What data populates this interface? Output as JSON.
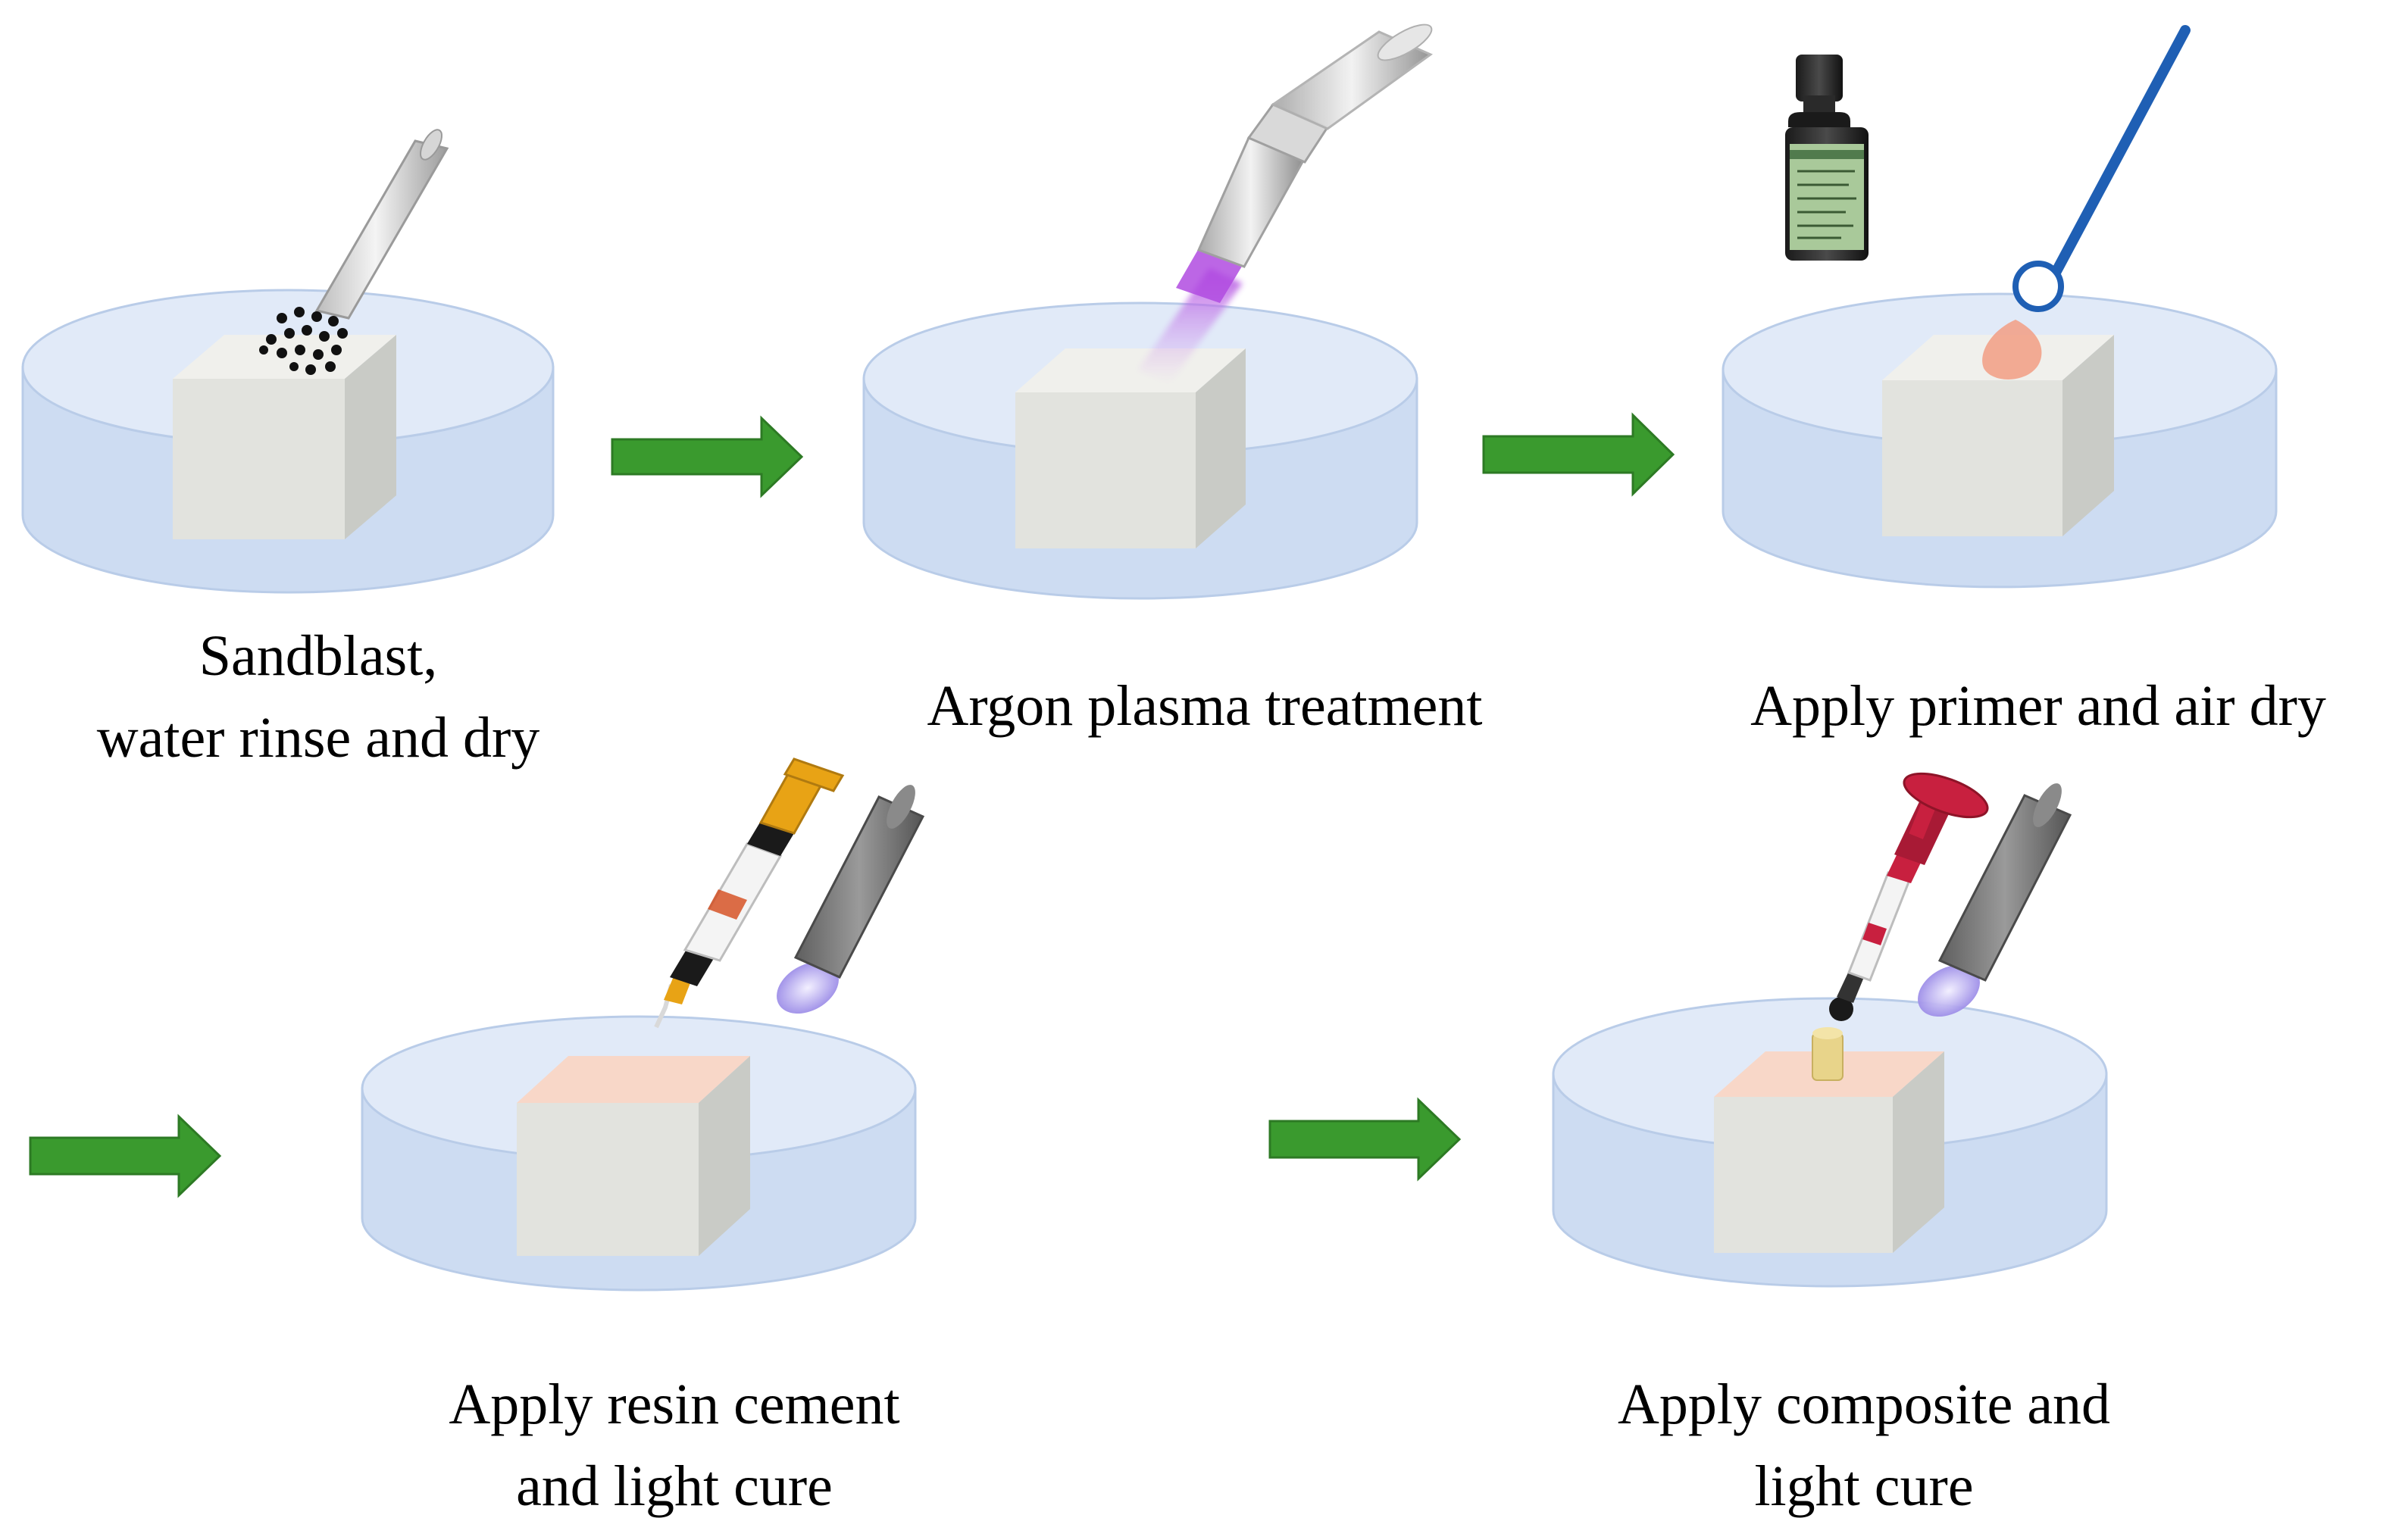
{
  "steps": [
    {
      "id": "sandblast",
      "label_lines": [
        "Sandblast,",
        "water rinse and dry"
      ]
    },
    {
      "id": "plasma",
      "label_lines": [
        "Argon plasma treatment"
      ]
    },
    {
      "id": "primer",
      "label_lines": [
        "Apply primer and air dry"
      ]
    },
    {
      "id": "resin-cement",
      "label_lines": [
        "Apply resin cement",
        "and light cure"
      ]
    },
    {
      "id": "composite",
      "label_lines": [
        "Apply composite and",
        "light cure"
      ]
    }
  ],
  "colors": {
    "arrow": "#3a9a2e",
    "arrow_edge": "#2d7a24",
    "dish_top": "#e1eaf8",
    "dish_side": "#cddcf2",
    "dish_edge": "#b9cce8",
    "block_front": "#e2e3de",
    "block_top": "#f0f0ec",
    "block_side": "#c9cbc6",
    "bonded_top": "#f8d7c8",
    "plasma_glow": "#b04be0",
    "primer_drop": "#f2a28a",
    "applicator": "#1f5fb4",
    "curing_light_body": "#7d7d7d",
    "curing_light_glow": "#9e8fe8",
    "composite_syringe": "#c8203f",
    "cement_syringe": "#e8a315",
    "composite_cylinder": "#e8d48a"
  },
  "icons": [
    "sandblast-nozzle-icon",
    "grit-particles-icon",
    "plasma-torch-icon",
    "primer-bottle-icon",
    "applicator-brush-icon",
    "cement-syringe-icon",
    "curing-light-icon",
    "composite-syringe-icon",
    "arrow-right-icon"
  ]
}
